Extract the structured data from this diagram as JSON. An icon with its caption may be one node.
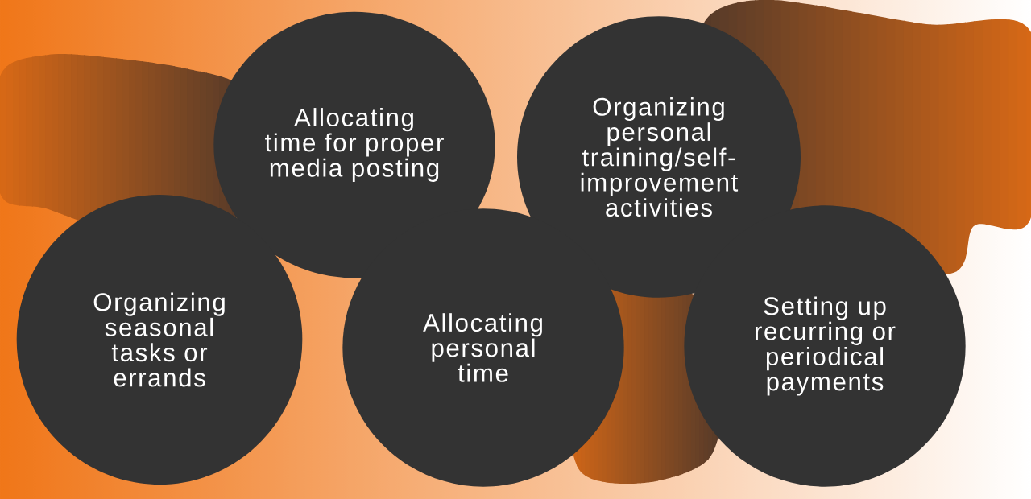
{
  "diagram": {
    "nodes": [
      {
        "text": [
          "Allocating time for proper media posting"
        ]
      },
      {
        "text": [
          "Organizing personal training/self-improvement activities"
        ]
      },
      {
        "text": [
          "Organizing seasonal tasks or errands"
        ]
      },
      {
        "text": [
          "Allocating personal time"
        ]
      },
      {
        "text": [
          "Setting up recurring or periodical payments"
        ]
      }
    ]
  }
}
